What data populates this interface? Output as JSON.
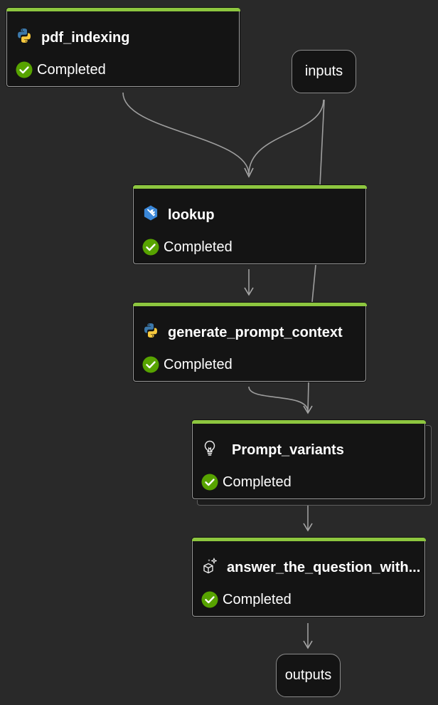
{
  "colors": {
    "background": "#292929",
    "node_fill": "#141414",
    "node_top_bar": "#8dc63f",
    "status_ok": "#57a300",
    "edge": "#9e9e9e"
  },
  "nodes": {
    "pdf_indexing": {
      "title": "pdf_indexing",
      "status": "Completed",
      "icon": "python-icon"
    },
    "lookup": {
      "title": "lookup",
      "status": "Completed",
      "icon": "tool-icon"
    },
    "generate_prompt_context": {
      "title": "generate_prompt_context",
      "status": "Completed",
      "icon": "python-icon"
    },
    "prompt_variants": {
      "title": "Prompt_variants",
      "status": "Completed",
      "icon": "lightbulb-icon"
    },
    "answer": {
      "title": "answer_the_question_with...",
      "status": "Completed",
      "icon": "sparkle-cube-icon"
    }
  },
  "io": {
    "inputs": "inputs",
    "outputs": "outputs"
  }
}
